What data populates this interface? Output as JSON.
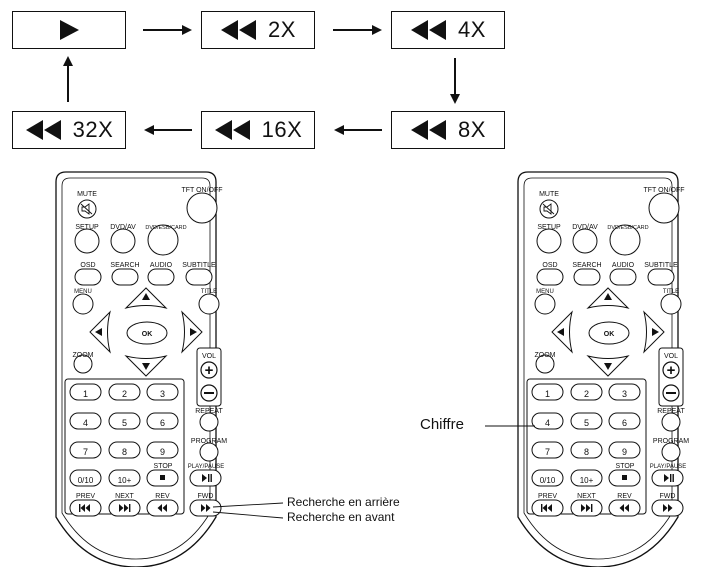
{
  "flow": {
    "boxes": [
      {
        "text": "",
        "icon": "play-icon"
      },
      {
        "text": "2X",
        "icon": "rewind-icon"
      },
      {
        "text": "4X",
        "icon": "rewind-icon"
      },
      {
        "text": "8X",
        "icon": "rewind-icon"
      },
      {
        "text": "16X",
        "icon": "rewind-icon"
      },
      {
        "text": "32X",
        "icon": "rewind-icon"
      }
    ]
  },
  "remote": {
    "mute": "MUTE",
    "tft": "TFT ON/OFF",
    "setup": "SETUP",
    "dvdav": "DVD/AV",
    "dvdesb": "DVD/ESB/CARD",
    "osd": "OSD",
    "search": "SEARCH",
    "audio": "AUDIO",
    "subtitle": "SUBTITLE",
    "menu": "MENU",
    "title": "TITLE",
    "ok": "OK",
    "zoom": "ZOOM",
    "vol": "VOL",
    "digits": [
      "1",
      "2",
      "3",
      "4",
      "5",
      "6",
      "7",
      "8",
      "9"
    ],
    "zero": "0/10",
    "tenplus": "10+",
    "repeat": "REPEAT",
    "program": "PROGRAM",
    "stop": "STOP",
    "playpause": "PLAY/PAUSE",
    "prev": "PREV",
    "next": "NEXT",
    "rev": "REV",
    "fwd": "FWD"
  },
  "callouts": {
    "reverse": "Recherche en arrière",
    "forward": "Recherche en avant",
    "digits": "Chiffre"
  }
}
